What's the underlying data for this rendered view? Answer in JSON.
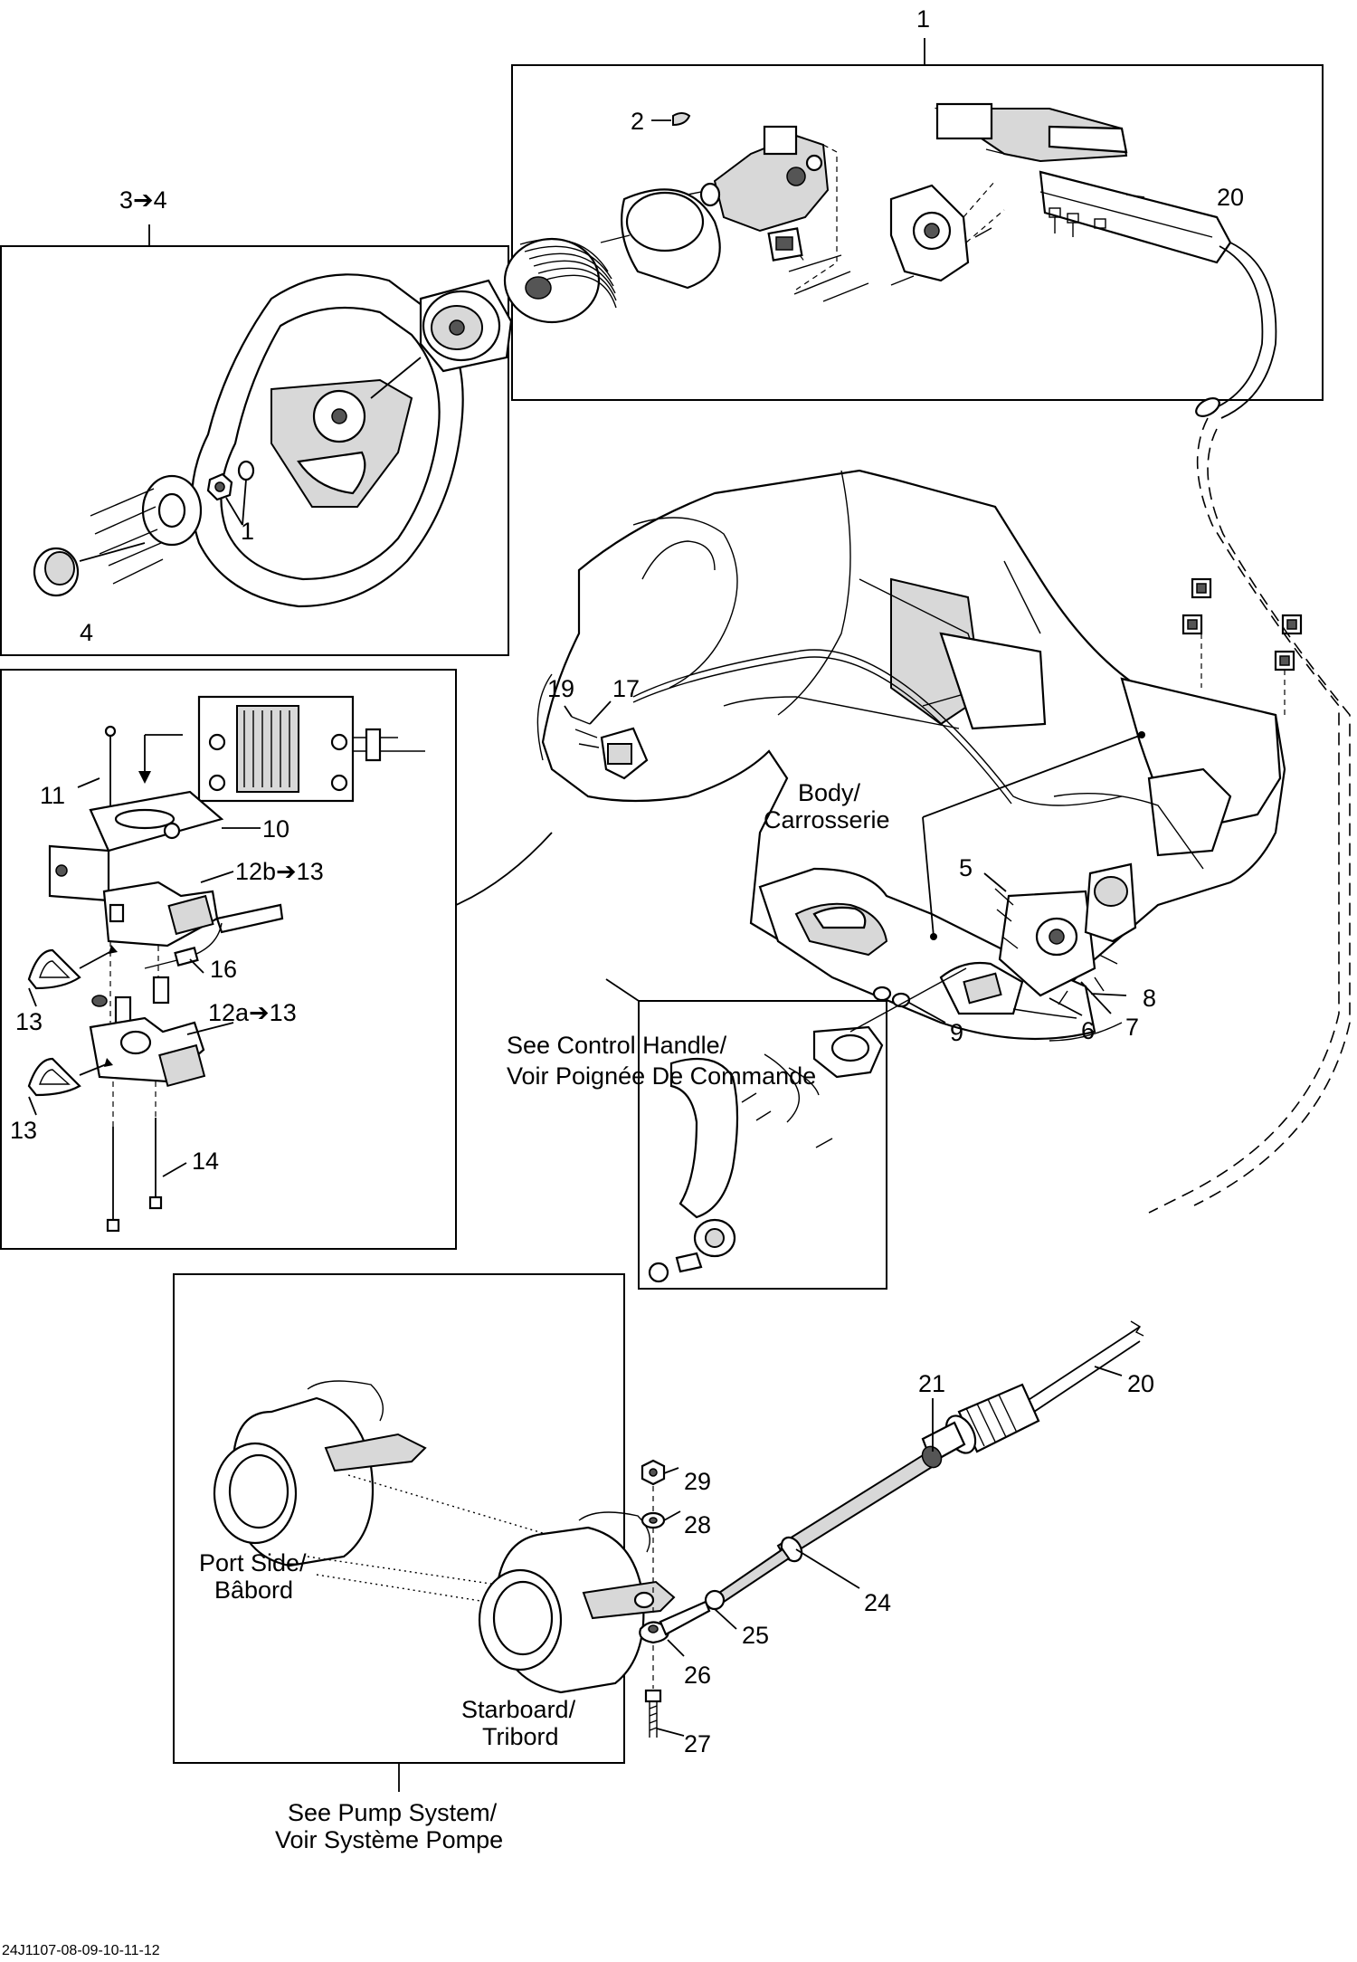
{
  "diagram": {
    "callouts": [
      {
        "key": "c1-top",
        "text": "1"
      },
      {
        "key": "c2",
        "text": "2"
      },
      {
        "key": "c20-top",
        "text": "20"
      },
      {
        "key": "c3to4",
        "text": "3➔4"
      },
      {
        "key": "c1-wheel",
        "text": "1"
      },
      {
        "key": "c4",
        "text": "4"
      },
      {
        "key": "c11",
        "text": "11"
      },
      {
        "key": "c10",
        "text": "10"
      },
      {
        "key": "c12b",
        "text": "12b➔13"
      },
      {
        "key": "c16",
        "text": "16"
      },
      {
        "key": "c13-a",
        "text": "13"
      },
      {
        "key": "c12a",
        "text": "12a➔13"
      },
      {
        "key": "c13-b",
        "text": "13"
      },
      {
        "key": "c14",
        "text": "14"
      },
      {
        "key": "c19",
        "text": "19"
      },
      {
        "key": "c17",
        "text": "17"
      },
      {
        "key": "c5",
        "text": "5"
      },
      {
        "key": "c8",
        "text": "8"
      },
      {
        "key": "c6",
        "text": "6"
      },
      {
        "key": "c7",
        "text": "7"
      },
      {
        "key": "c9",
        "text": "9"
      },
      {
        "key": "c21",
        "text": "21"
      },
      {
        "key": "c20-bottom",
        "text": "20"
      },
      {
        "key": "c29",
        "text": "29"
      },
      {
        "key": "c28",
        "text": "28"
      },
      {
        "key": "c24",
        "text": "24"
      },
      {
        "key": "c25",
        "text": "25"
      },
      {
        "key": "c26",
        "text": "26"
      },
      {
        "key": "c27",
        "text": "27"
      }
    ],
    "notes": {
      "body_line1": "Body/",
      "body_line2": "Carrosserie",
      "control_line1": "See Control Handle/",
      "control_line2": "Voir Poignée De Commande",
      "port_line1": "Port Side/",
      "port_line2": "Bâbord",
      "starboard_line1": "Starboard/",
      "starboard_line2": "Tribord",
      "pump_line1": "See Pump System/",
      "pump_line2": "Voir Système Pompe"
    },
    "drawing_code": "24J1107-08-09-10-11-12"
  }
}
